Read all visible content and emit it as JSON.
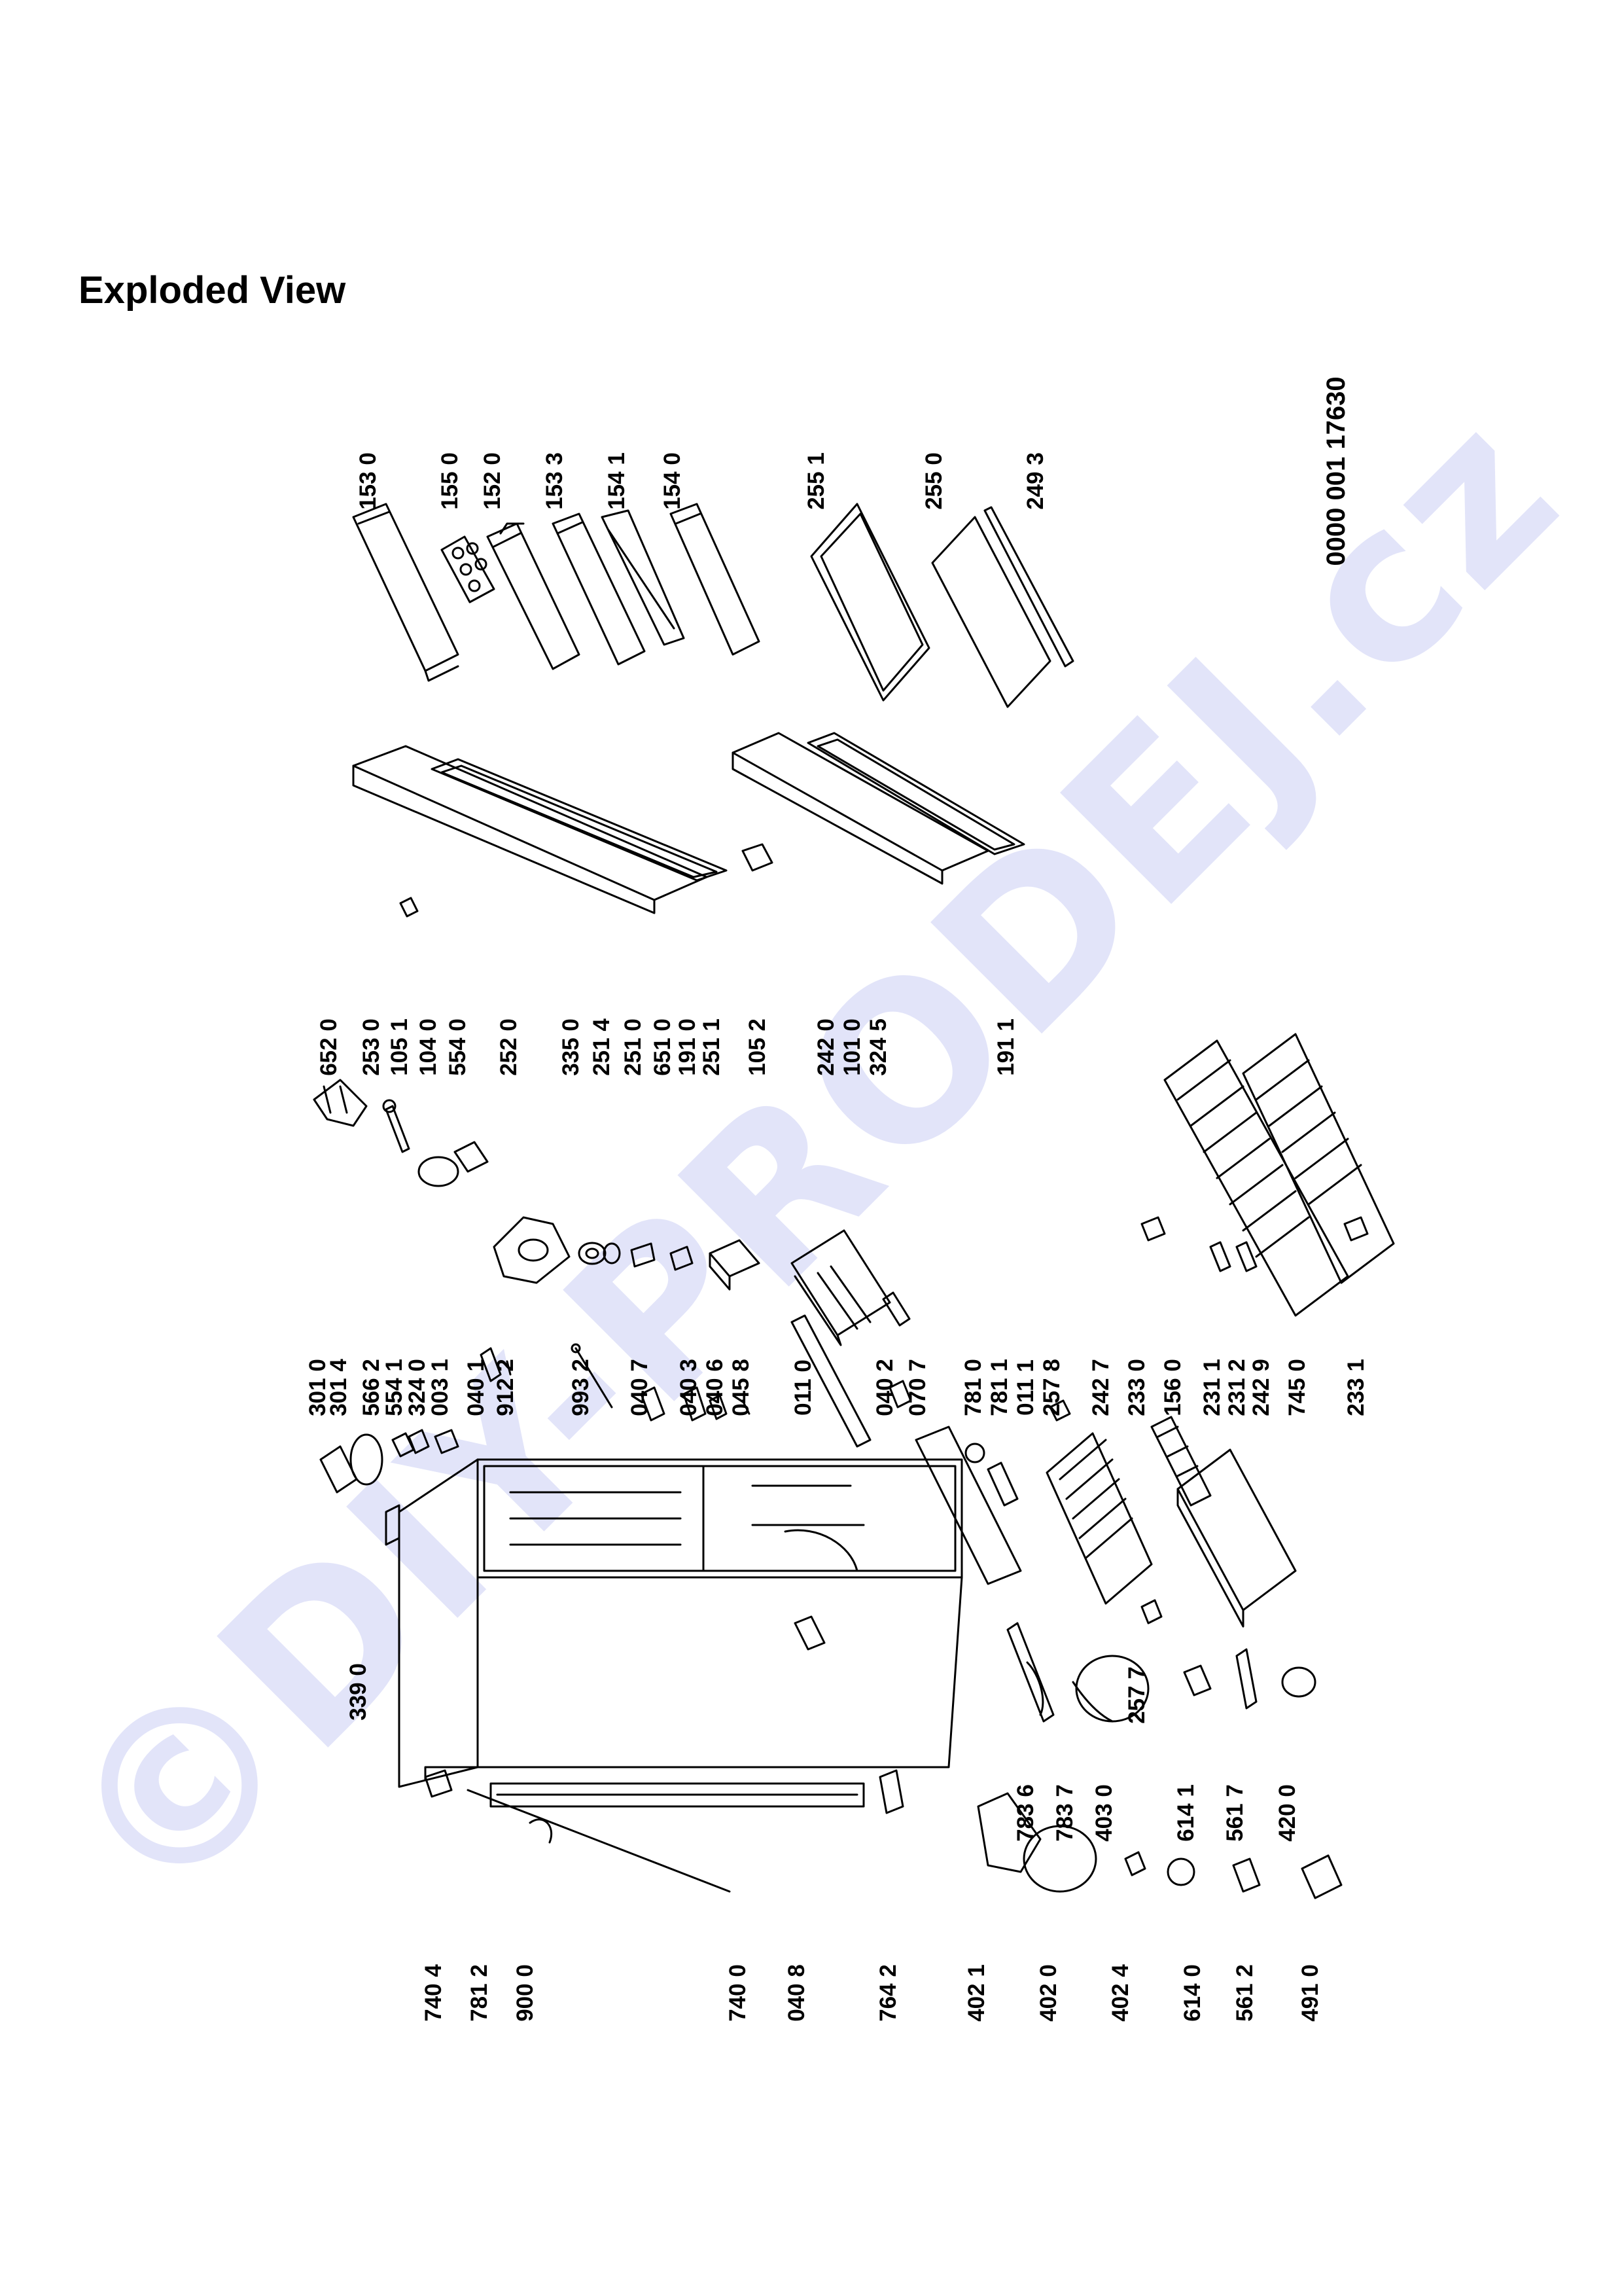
{
  "page": {
    "title": "Exploded View",
    "watermark": "©DIY-PRODEJ.cz",
    "document_number": "0000 001 17630"
  },
  "part_labels": {
    "p1530": "153 0",
    "p1550": "155 0",
    "p1520": "152 0",
    "p1533": "153 3",
    "p1541": "154 1",
    "p1540": "154 0",
    "p2551": "255 1",
    "p2550": "255 0",
    "p2493": "249 3",
    "p6520": "652 0",
    "p2530": "253 0",
    "p1051": "105 1",
    "p1040": "104 0",
    "p5540": "554 0",
    "p2520": "252 0",
    "p3350": "335 0",
    "p2514": "251 4",
    "p2510": "251 0",
    "p6510": "651 0",
    "p1910": "191 0",
    "p2511": "251 1",
    "p1052": "105 2",
    "p2420": "242 0",
    "p1010": "101 0",
    "p3245": "324 5",
    "p1911": "191 1",
    "p3010": "301 0",
    "p3014": "301 4",
    "p5662": "566 2",
    "p5541": "554 1",
    "p3240": "324 0",
    "p0031": "003 1",
    "p0401": "040 1",
    "p9122": "912 2",
    "p9932": "993 2",
    "p0407": "040 7",
    "p0403": "040 3",
    "p0406": "040 6",
    "p0458": "045 8",
    "p0110": "011 0",
    "p0402": "040 2",
    "p0707": "070 7",
    "p7810": "781 0",
    "p7811": "781 1",
    "p0111": "011 1",
    "p2578": "257 8",
    "p2427": "242 7",
    "p2330": "233 0",
    "p1560": "156 0",
    "p2311": "231 1",
    "p2312": "231 2",
    "p2429": "242 9",
    "p7450": "745 0",
    "p2331": "233 1",
    "p3390": "339 0",
    "p2577": "257 7",
    "p7836": "783 6",
    "p7837": "783 7",
    "p4030": "403 0",
    "p6141": "614 1",
    "p5617": "561 7",
    "p4200": "420 0",
    "p7404": "740 4",
    "p7812": "781 2",
    "p9000": "900 0",
    "p7400": "740 0",
    "p0408": "040 8",
    "p7642": "764 2",
    "p4021": "402 1",
    "p4020": "402 0",
    "p4024": "402 4",
    "p6140": "614 0",
    "p5612": "561 2",
    "p4910": "491 0"
  }
}
